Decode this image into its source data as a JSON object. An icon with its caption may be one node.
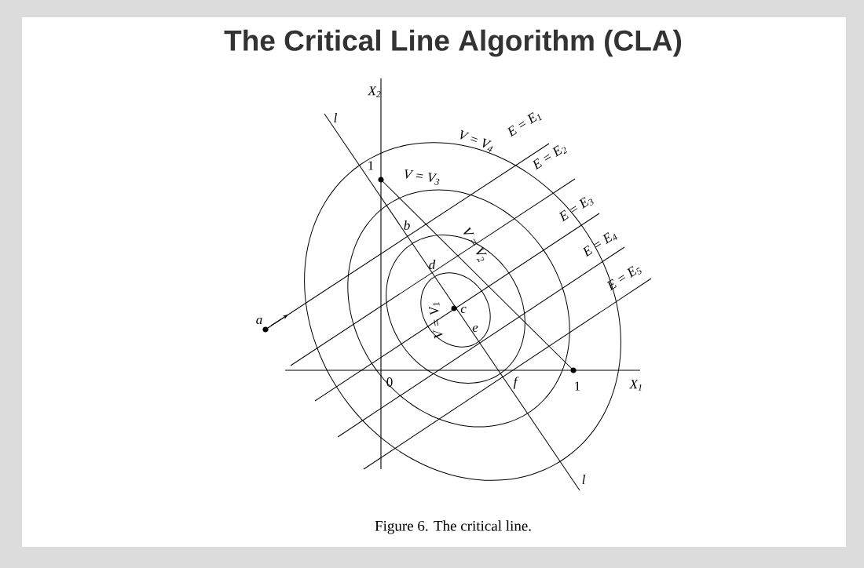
{
  "diagram": {
    "title": "The Critical Line Algorithm (CLA)",
    "caption": "Figure 6.   The critical line.",
    "labels": [
      "X$_{2}$",
      "l",
      "1",
      "V = V$_{4}$",
      "E = E$_{1}$",
      "V = V$_{3}$",
      "E = E$_{2}$",
      "b",
      "V = V$_{2}$",
      "E = E$_{3}$",
      "d",
      "E = E$_{4}$",
      "E = E$_{5}$",
      "a",
      "c",
      "V = V$_{1}$",
      "e",
      "0",
      "f",
      "1",
      "X$_{1}$",
      "l"
    ]
  }
}
